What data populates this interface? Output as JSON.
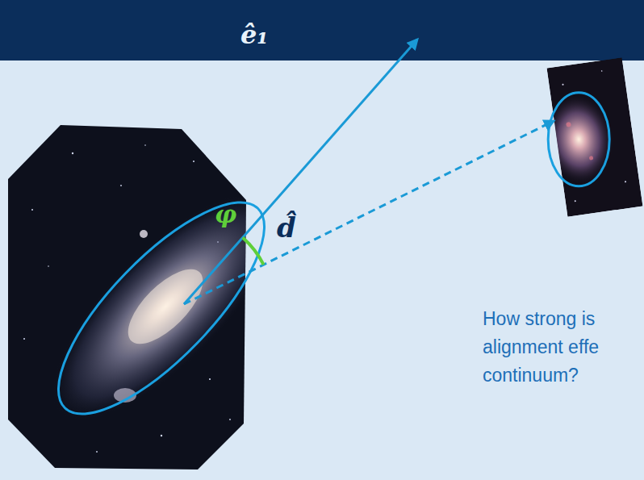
{
  "diagram": {
    "labels": [
      "ê₁",
      "φ",
      "d̂",
      "How strong is alignment effe continuum?"
    ]
  }
}
